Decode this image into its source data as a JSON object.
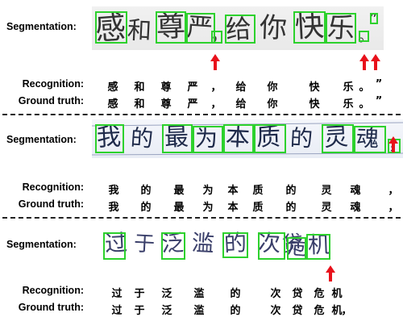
{
  "labels": {
    "segmentation": "Segmentation:",
    "recognition": "Recognition:",
    "ground_truth": "Ground truth:"
  },
  "colors": {
    "box": "#2dd12d",
    "arrow": "#e8111b"
  },
  "samples": [
    {
      "handwriting": [
        "感",
        "和",
        "尊",
        "严",
        "，",
        "给",
        "你",
        "快",
        "乐",
        "。",
        "”"
      ],
      "recognition": [
        "感",
        "和",
        "尊",
        "严",
        "，",
        "给",
        "你",
        "快",
        "乐",
        "。",
        "”"
      ],
      "ground_truth": [
        "感",
        "和",
        "尊",
        "严",
        "，",
        "给",
        "你",
        "快",
        "乐",
        "。",
        "”"
      ]
    },
    {
      "handwriting": [
        "我",
        "的",
        "最",
        "为",
        "本",
        "质",
        "的",
        "灵",
        "魂",
        "，"
      ],
      "recognition": [
        "我",
        "的",
        "最",
        "为",
        "本",
        "质",
        "的",
        "灵",
        "魂",
        "，"
      ],
      "ground_truth": [
        "我",
        "的",
        "最",
        "为",
        "本",
        "质",
        "的",
        "灵",
        "魂",
        "，"
      ]
    },
    {
      "handwriting": [
        "过",
        "于",
        "泛",
        "滥",
        "的",
        "次",
        "贷",
        "危",
        "机"
      ],
      "recognition": [
        "过",
        "于",
        "泛",
        "滥",
        "的",
        "次",
        "贷",
        "危",
        "机"
      ],
      "ground_truth": [
        "过",
        "于",
        "泛",
        "滥",
        "的",
        "次",
        "贷",
        "危",
        "机",
        "，"
      ]
    }
  ]
}
